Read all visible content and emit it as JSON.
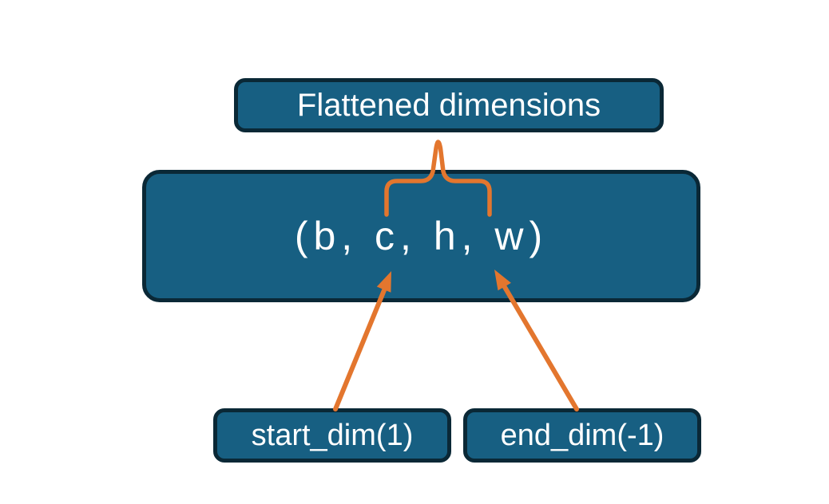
{
  "diagram": {
    "title_box": {
      "label": "Flattened dimensions"
    },
    "shape_box": {
      "label": "(b, c, h, w)"
    },
    "start_box": {
      "label": "start_dim(1)"
    },
    "end_box": {
      "label": "end_dim(-1)"
    }
  },
  "annotations": {
    "brace": "brace-grouping-flattened-dims",
    "arrows": [
      "arrow-start-dim-to-c",
      "arrow-end-dim-to-w"
    ]
  },
  "colors": {
    "box_fill": "#175f82",
    "box_border": "#0a2836",
    "accent_orange": "#e3762e",
    "text_color": "#ffffff",
    "bg_color": "#ffffff"
  }
}
